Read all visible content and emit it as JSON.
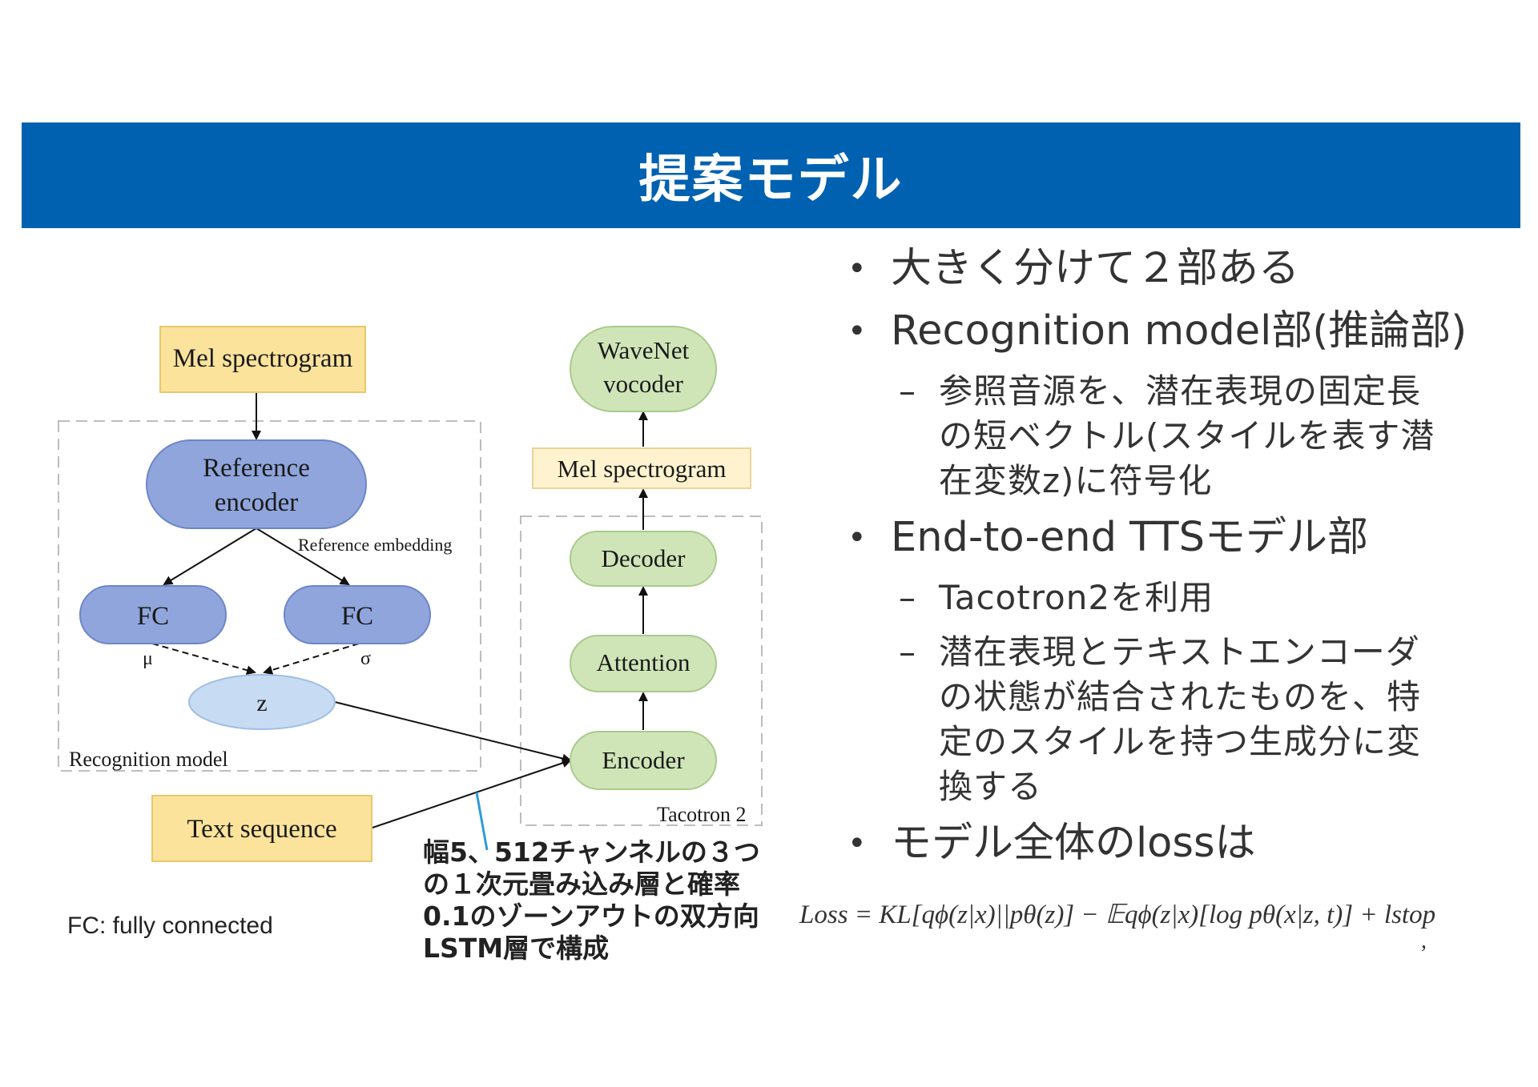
{
  "title": "提案モデル",
  "diagram": {
    "mel_input": "Mel spectrogram",
    "reference_encoder": [
      "Reference",
      "encoder"
    ],
    "reference_embedding": "Reference embedding",
    "fc_left": "FC",
    "fc_right": "FC",
    "mu": "μ",
    "sigma": "σ",
    "z": "z",
    "recognition_model": "Recognition model",
    "text_sequence": "Text sequence",
    "wavenet": [
      "WaveNet",
      "vocoder"
    ],
    "mel_output": "Mel spectrogram",
    "decoder": "Decoder",
    "attention": "Attention",
    "encoder": "Encoder",
    "tacotron": "Tacotron 2"
  },
  "fc_note": "FC: fully connected",
  "annotation": [
    "幅5、512チャンネルの３つ",
    "の１次元畳み込み層と確率",
    "0.1のゾーンアウトの双方向",
    "LSTM層で構成"
  ],
  "bullets": [
    {
      "level": 1,
      "text": "大きく分けて２部ある"
    },
    {
      "level": 1,
      "text": "Recognition model部(推論部)"
    },
    {
      "level": 2,
      "lines": [
        "参照音源を、潜在表現の固定長",
        "の短ベクトル(スタイルを表す潜",
        "在変数z)に符号化"
      ]
    },
    {
      "level": 1,
      "text": "End-to-end TTSモデル部"
    },
    {
      "level": 2,
      "lines": [
        "Tacotron2を利用"
      ]
    },
    {
      "level": 2,
      "lines": [
        "潜在表現とテキストエンコーダ",
        "の状態が結合されたものを、特",
        "定のスタイルを持つ生成分に変",
        "換する"
      ]
    },
    {
      "level": 1,
      "text": "モデル全体のlossは"
    }
  ],
  "formula": "Loss = KL[qϕ(z|x)||pθ(z)] − 𝔼qϕ(z|x)[log pθ(x|z, t)] + lstop",
  "formula_tick": ",",
  "colors": {
    "title_bg": "#0061B0",
    "yellow_box": "#FBE39C",
    "blue_node": "#8FA5DC",
    "light_blue_node": "#C7DBF2",
    "green_node": "#CFE5B8",
    "annotation_line": "#2E9BDC"
  }
}
